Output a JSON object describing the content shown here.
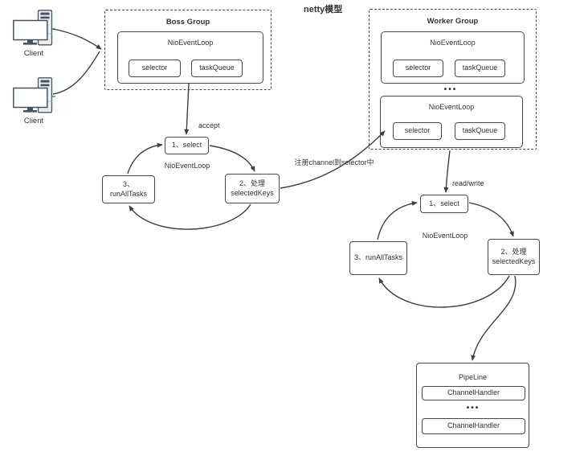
{
  "title": "netty模型",
  "colors": {
    "line": "#3f3f3f",
    "border": "#4a4a4a",
    "text": "#333333"
  },
  "clients": [
    {
      "label": "Client"
    },
    {
      "label": "Client"
    }
  ],
  "boss_group": {
    "title": "Boss Group",
    "loop": {
      "title": "NioEventLoop",
      "selector": "selector",
      "task_queue": "taskQueue"
    }
  },
  "worker_group": {
    "title": "Worker Group",
    "dots": "•••",
    "loops": [
      {
        "title": "NioEventLoop",
        "selector": "selector",
        "task_queue": "taskQueue"
      },
      {
        "title": "NioEventLoop",
        "selector": "selector",
        "task_queue": "taskQueue"
      }
    ]
  },
  "boss_cycle": {
    "label": "NioEventLoop",
    "step1": "1、select",
    "step2": {
      "line1": "2、处理",
      "line2": "selectedKeys"
    },
    "step3": {
      "line1": "3、",
      "line2": "runAllTasks"
    }
  },
  "worker_cycle": {
    "label": "NioEventLoop",
    "step1": "1、select",
    "step2": {
      "line1": "2、处理",
      "line2": "selectedKeys"
    },
    "step3": "3、runAllTasks"
  },
  "edge_labels": {
    "accept": "accept",
    "register": "注册channel到selector中",
    "read_write": "read/write"
  },
  "pipeline": {
    "title": "PipeLine",
    "dots": "•••",
    "handlers": [
      {
        "label": "ChannelHandler"
      },
      {
        "label": "ChannelHandler"
      }
    ]
  }
}
